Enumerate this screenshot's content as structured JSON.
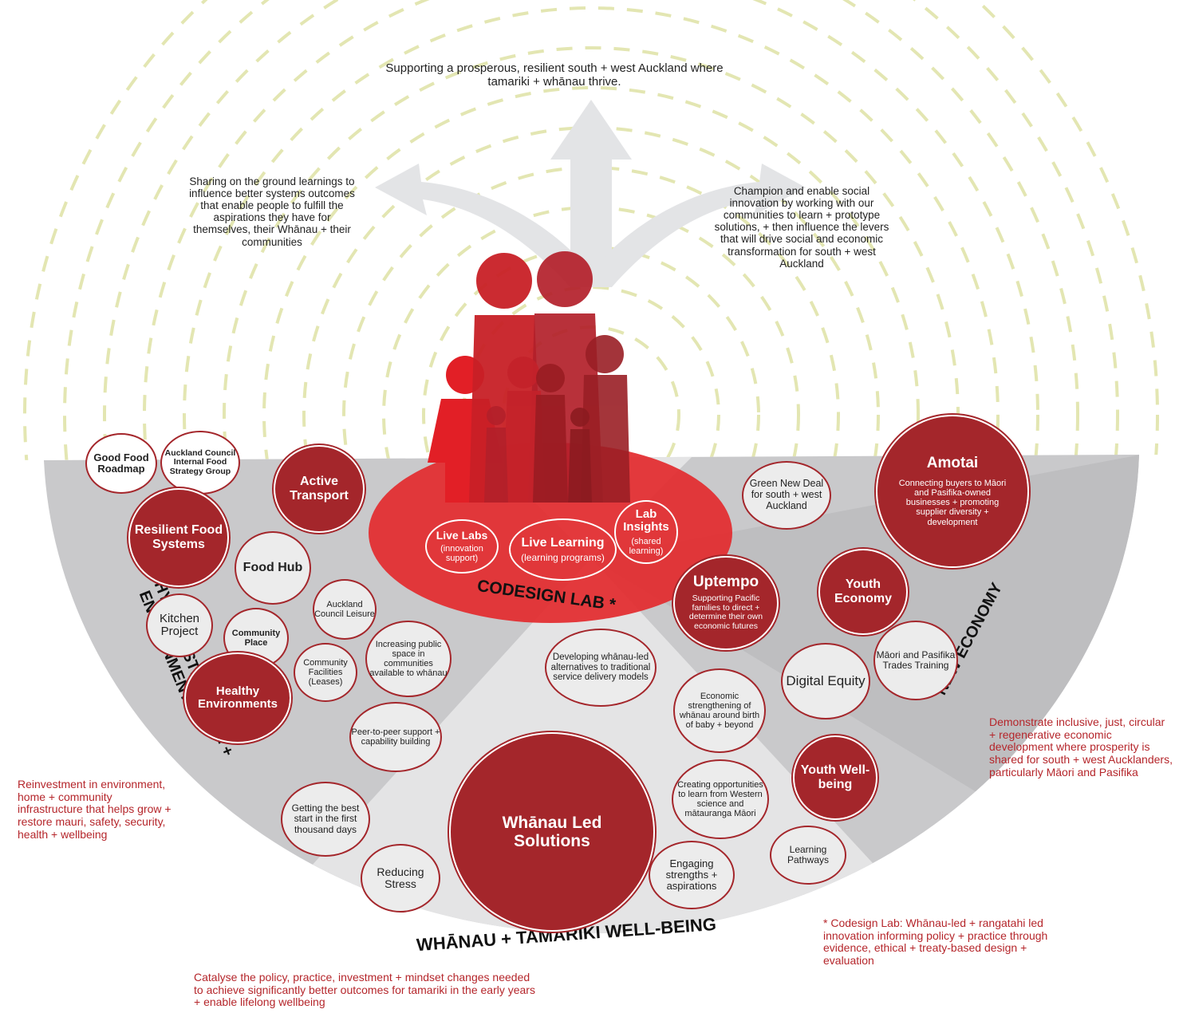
{
  "goals": {
    "top": "Supporting a prosperous, resilient south + west Auckland where tamariki + whānau thrive.",
    "left": "Sharing on the ground learnings to influence better systems outcomes that enable people to fulfill the aspirations they have for themselves, their Whānau + their communities",
    "right": "Champion and enable social innovation by working with our communities to learn + prototype solutions, + then influence the levers that will drive social and economic transformation for south + west Auckland"
  },
  "codesign_lab": {
    "title": "CODESIGN LAB *",
    "live_labs": {
      "title": "Live Labs",
      "sub": "(innovation support)"
    },
    "live_learning": {
      "title": "Live Learning",
      "sub": "(learning programs)"
    },
    "lab_insights": {
      "title": "Lab Insights",
      "sub": "(shared learning)"
    }
  },
  "segments": {
    "left": "HEALTHY INFRASTRUCTURE + ENVIRONMENTS",
    "bottom": "WHĀNAU + TAMARIKI WELL-BEING",
    "right": "NEW ECONOMY"
  },
  "circles": {
    "good_food": "Good Food Roadmap",
    "aci_food": "Auckland Council Internal Food Strategy Group",
    "active_transport": "Active Transport",
    "resilient_food": "Resilient Food Systems",
    "food_hub": "Food Hub",
    "kitchen": "Kitchen Project",
    "community_place": "Community Place",
    "ac_leisure": "Auckland Council Leisure",
    "community_facilities": "Community Facilities (Leases)",
    "healthy_env": "Healthy Environments",
    "public_space": "Increasing public space in communities available to whānau",
    "peer": "Peer-to-peer support + capability building",
    "best_start": "Getting the best start in the first thousand days",
    "reducing_stress": "Reducing Stress",
    "whanau_led": "Whānau Led Solutions",
    "developing": "Developing whānau-led alternatives to traditional service delivery models",
    "engaging": "Engaging strengths + aspirations",
    "economic": "Economic strengthening of whānau around birth of baby + beyond",
    "creating": "Creating opportunities to learn from Western science and mātauranga Māori",
    "learning_pathways": "Learning Pathways",
    "youth_wellbeing": "Youth Well-being",
    "digital_equity": "Digital Equity",
    "maori_trades": "Māori and Pasifika Trades Training",
    "youth_economy": "Youth Economy",
    "green_deal": "Green New Deal for south + west Auckland",
    "uptempo_title": "Uptempo",
    "uptempo_sub": "Supporting Pacific families to direct + determine their own economic futures",
    "amotai_title": "Amotai",
    "amotai_sub": "Connecting buyers to Māori and Pasifika-owned businesses + promoting supplier diversity + development"
  },
  "notes": {
    "reinvestment": "Reinvestment in environment, home + community infrastructure that helps grow + restore mauri, safety, security, health + wellbeing",
    "demonstrate": "Demonstrate inclusive, just, circular + regenerative economic development where prosperity is shared for south + west Aucklanders, particularly Māori and Pasifika",
    "catalyse": "Catalyse the policy, practice, investment + mindset changes needed to achieve significantly better outcomes for tamariki in the early years + enable lifelong wellbeing",
    "codesign_note": "* Codesign Lab: Whānau-led + rangatahi led innovation informing policy + practice through evidence, ethical + treaty-based design + evaluation"
  },
  "colors": {
    "red": "#a4262b",
    "bright_red": "#e8262b",
    "grey": "#c9c9cb",
    "light_grey": "#e4e4e5",
    "arc": "#e3e6b2"
  }
}
